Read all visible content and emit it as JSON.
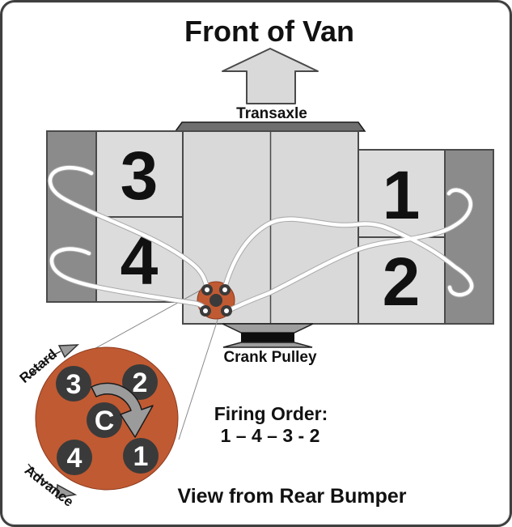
{
  "title": "Front of Van",
  "engine": {
    "transaxle_label": "Transaxle",
    "crank_pulley_label": "Crank Pulley",
    "cylinders": {
      "c1": "1",
      "c2": "2",
      "c3": "3",
      "c4": "4"
    }
  },
  "distributor": {
    "terminals": {
      "t1": "1",
      "t2": "2",
      "t3": "3",
      "t4": "4",
      "center": "C"
    },
    "rotation_labels": {
      "retard": "Retard",
      "advance": "Advance"
    }
  },
  "firing_order": {
    "heading": "Firing Order:",
    "sequence": "1 – 4 – 3 - 2"
  },
  "caption": "View from Rear Bumper",
  "colors": {
    "engine_light_gray": "#d9d9d9",
    "engine_dark_gray": "#8b8b8b",
    "hardware_gray": "#6e6e6e",
    "pulley_black": "#0e0e0e",
    "distributor_orange": "#c05a32",
    "terminal_dark": "#3a3a3a",
    "wire_white": "#ffffff",
    "arrow_gray": "#9b9b9b",
    "border_gray": "#3f3f3f"
  }
}
